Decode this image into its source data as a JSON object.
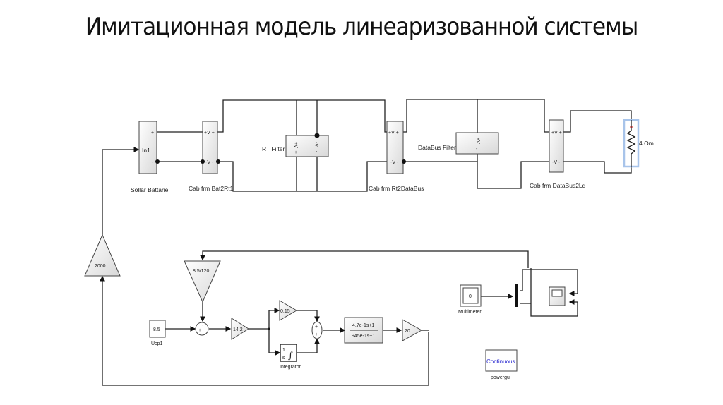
{
  "title": "Имитационная модель линеаризованной системы",
  "blocks": {
    "solar_battery": {
      "label": "Sollar Battarie",
      "port_in": "In1",
      "port_plus": "+",
      "port_minus": "-"
    },
    "cab_bat2rt1": {
      "label": "Cab frm Bat2Rt1",
      "port_pv": "+V +",
      "port_mv": "-V -"
    },
    "rt_filter": {
      "label": "RT Filter",
      "ports": [
        "+V",
        "-V",
        "+",
        "-"
      ]
    },
    "cab_rt2databus": {
      "label": "Cab frm Rt2DataBus",
      "port_pv": "+V +",
      "port_mv": "-V -"
    },
    "databus_filter": {
      "label": "DataBus Filter",
      "ports": [
        "+V",
        "-"
      ]
    },
    "cab_databus2ld": {
      "label": "Cab frm DataBus2Ld",
      "port_pv": "+V +",
      "port_mv": "-V -"
    },
    "load_resistor": {
      "label": "4 Om"
    },
    "gain_2000": {
      "value": "2000"
    },
    "gain_feedback": {
      "value": "8.5/120"
    },
    "const_ucp1": {
      "value": "8.5",
      "label": "Ucp1"
    },
    "sum1": {
      "signs": "+-"
    },
    "gain_14": {
      "value": "14.2"
    },
    "gain_015": {
      "value": "0.15"
    },
    "integrator": {
      "num": "1",
      "den": "s",
      "label": "Integrator"
    },
    "sum2": {
      "signs": "++"
    },
    "transfer_fcn": {
      "num": "4.7e-1s+1",
      "den": "945e-1s+1"
    },
    "gain_20": {
      "value": "20"
    },
    "multimeter": {
      "value": "0",
      "label": "Multimeter"
    },
    "powergui": {
      "value": "Continuous",
      "label": "powergui"
    }
  }
}
